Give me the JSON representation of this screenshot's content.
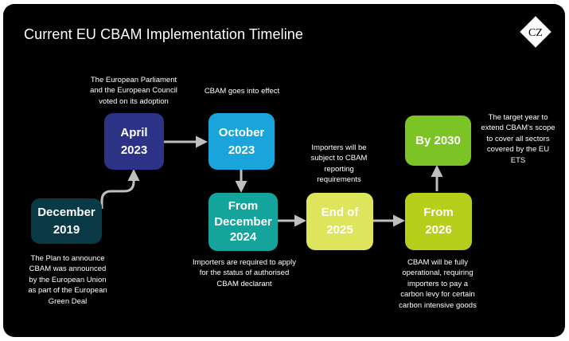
{
  "title": "Current EU CBAM Implementation Timeline",
  "logo": {
    "text": "CZ"
  },
  "colors": {
    "background": "#000000",
    "arrow": "#bfbfbf",
    "dec2019": "#0a3a45",
    "apr2023": "#2c3387",
    "oct2023": "#1aa4dc",
    "dec2024": "#15a49c",
    "end2025": "#dde55c",
    "from2026": "#b5cf1a",
    "by2030": "#7cc425"
  },
  "nodes": {
    "dec2019": {
      "line1": "December",
      "line2": "2019"
    },
    "apr2023": {
      "line1": "April",
      "line2": "2023"
    },
    "oct2023": {
      "line1": "October",
      "line2": "2023"
    },
    "dec2024": {
      "line1": "From",
      "line2": "December",
      "line3": "2024"
    },
    "end2025": {
      "line1": "End of",
      "line2": "2025"
    },
    "from2026": {
      "line1": "From",
      "line2": "2026"
    },
    "by2030": {
      "line1": "By 2030"
    }
  },
  "notes": {
    "dec2019": "The Plan to announce\nCBAM was announced\nby the  European Union\nas part of the European\nGreen Deal",
    "apr2023": "The European Parliament\nand the European Council\nvoted on its adoption",
    "oct2023": "CBAM goes into effect",
    "dec2024": "Importers are required to apply\nfor the status of authorised\nCBAM declarant",
    "end2025": "Importers will be\nsubject to CBAM\nreporting\nrequirements",
    "from2026": "CBAM will be fully\noperational, requiring\nimporters to pay a\ncarbon levy for certain\ncarbon intensive goods",
    "by2030": "The target year to\nextend CBAM's scope\nto cover all sectors\ncovered by the EU\nETS"
  }
}
